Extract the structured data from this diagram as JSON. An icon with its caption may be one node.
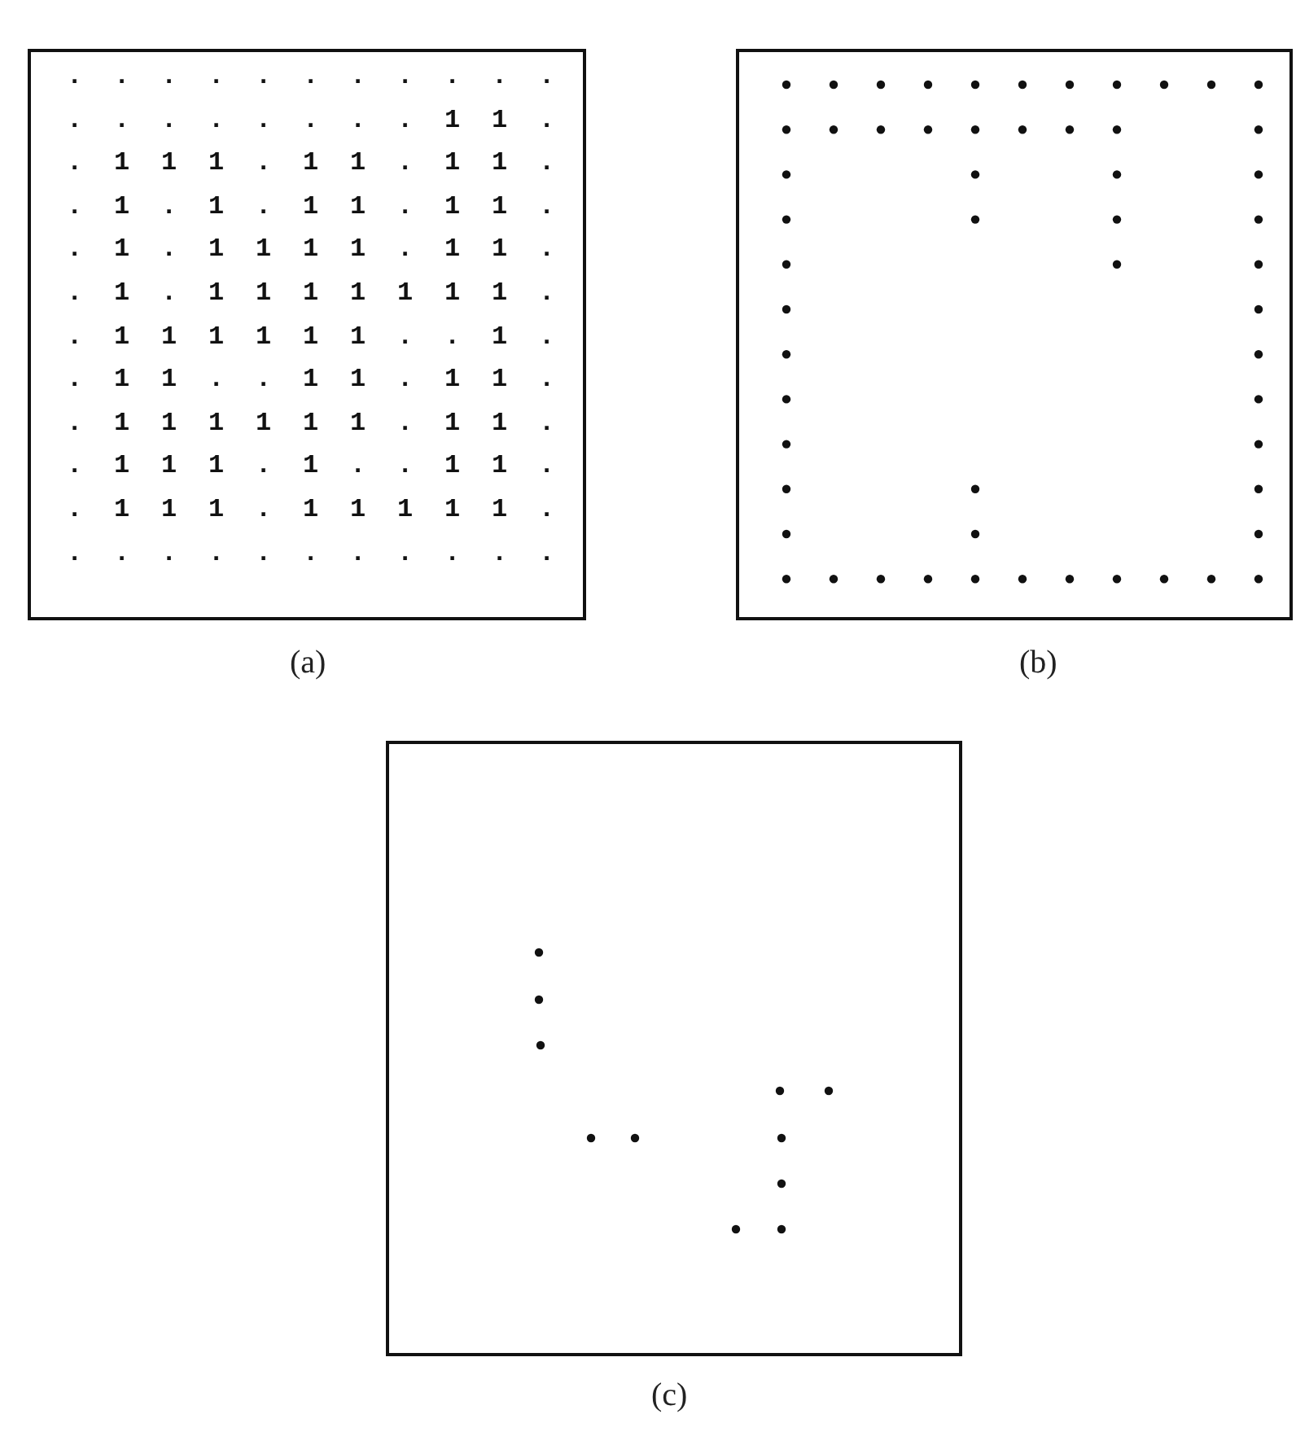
{
  "diagram": {
    "nodes": [
      {
        "text": [
          ". . . . . . . . . . .",
          ". . . . . . . . 1 1 .",
          ". 1 1 1 . 1 1 . 1 1 .",
          ". 1 . 1 . 1 1 . 1 1 .",
          ". 1 . 1 1 1 1 . 1 1 .",
          ". 1 . 1 1 1 1 1 1 1 .",
          ". 1 1 1 1 1 1 . . 1 .",
          ". 1 1 . . 1 1 . 1 1 .",
          ". 1 1 1 1 1 1 . 1 1 .",
          ". 1 1 1 . 1 . . 1 1 .",
          ". 1 1 1 . 1 1 1 1 1 .",
          ". . . . . . . . . . ."
        ],
        "beside": [
          "(a)"
        ]
      },
      {
        "text": [],
        "shape": "box",
        "beside": [
          "(b)"
        ]
      },
      {
        "text": [],
        "shape": "box",
        "beside": [
          "(c)"
        ]
      }
    ]
  }
}
